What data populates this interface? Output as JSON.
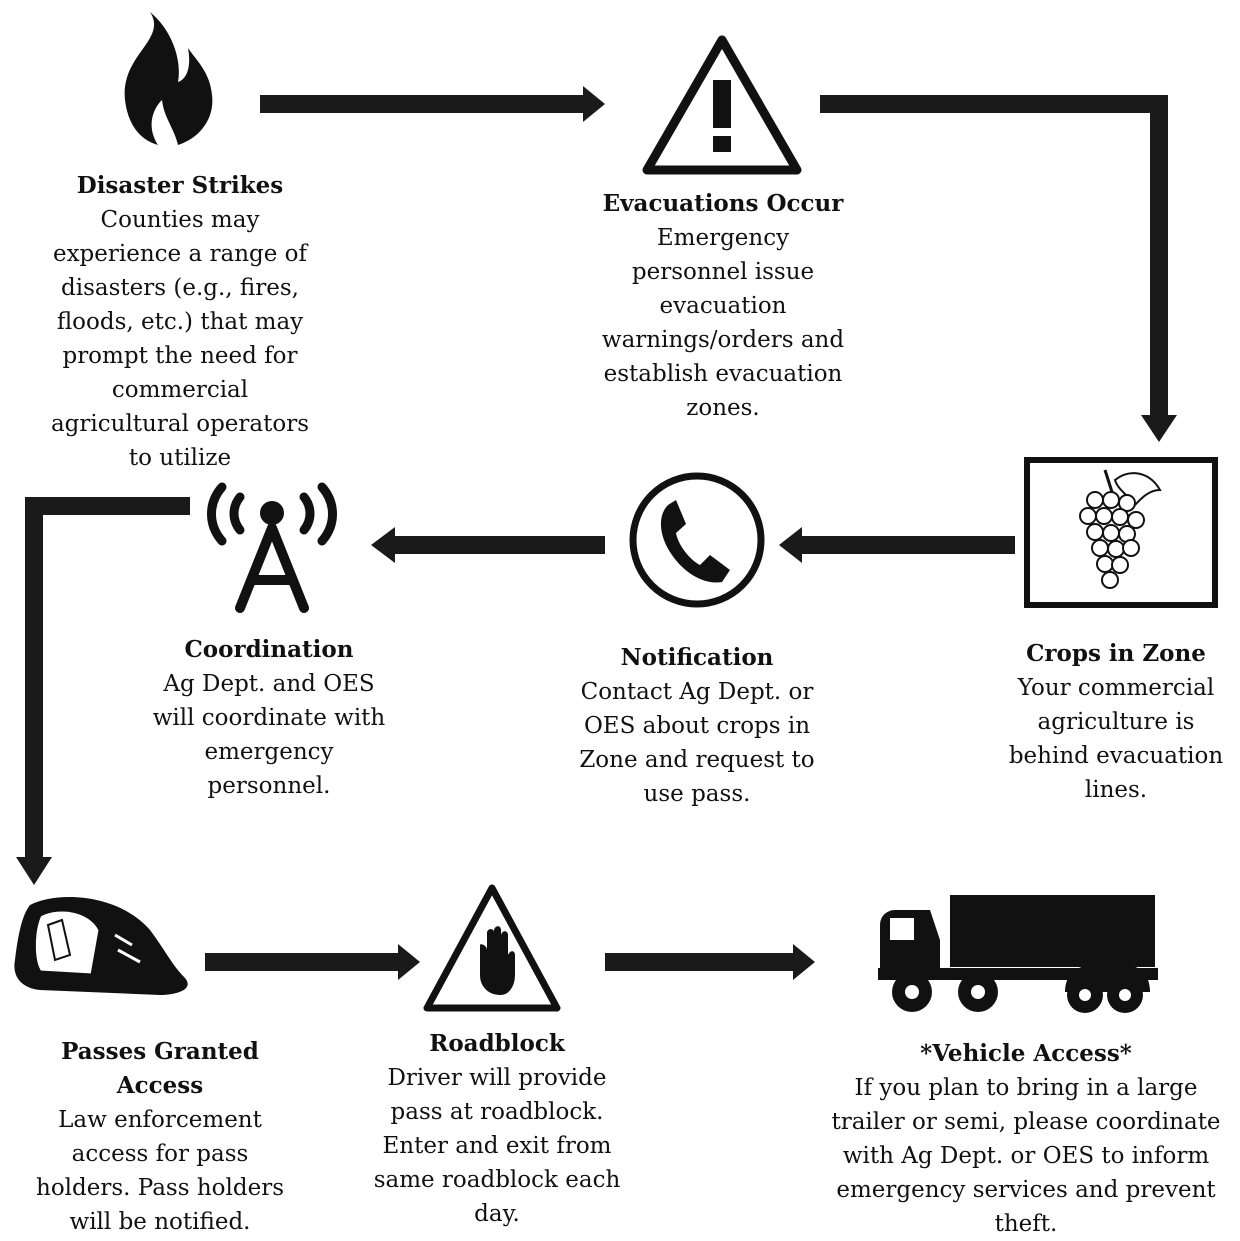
{
  "steps": [
    {
      "id": "disaster",
      "icon": "fire-icon",
      "title": "Disaster Strikes",
      "desc": "Counties may experience a range of disasters (e.g., fires, floods, etc.) that may prompt the need for commercial agricultural operators to utilize"
    },
    {
      "id": "evacuations",
      "icon": "warning-icon",
      "title": "Evacuations Occur",
      "desc": "Emergency personnel issue evacuation warnings/orders and establish evacuation zones."
    },
    {
      "id": "crops",
      "icon": "grapes-icon",
      "title": "Crops in Zone",
      "desc": "Your commercial agriculture is behind evacuation lines."
    },
    {
      "id": "notification",
      "icon": "phone-icon",
      "title": "Notification",
      "desc": "Contact Ag Dept. or OES about crops in Zone and request to use pass."
    },
    {
      "id": "coordination",
      "icon": "radio-tower-icon",
      "title": "Coordination",
      "desc": "Ag Dept. and OES will coordinate with emergency personnel."
    },
    {
      "id": "passes",
      "icon": "fire-helmet-icon",
      "title": "Passes Granted Access",
      "desc": "Law enforcement access for pass holders.  Pass holders will be notified."
    },
    {
      "id": "roadblock",
      "icon": "stop-hand-icon",
      "title": "Roadblock",
      "desc": "Driver will provide pass at roadblock. Enter and exit from same roadblock each day."
    },
    {
      "id": "vehicle",
      "icon": "truck-icon",
      "title": "*Vehicle Access*",
      "desc": "If you plan to bring in a large trailer or semi, please coordinate with Ag Dept. or OES to inform emergency services and prevent theft."
    }
  ],
  "colors": {
    "ink": "#111111",
    "arrow": "#1a1a1a",
    "background": "#ffffff"
  }
}
